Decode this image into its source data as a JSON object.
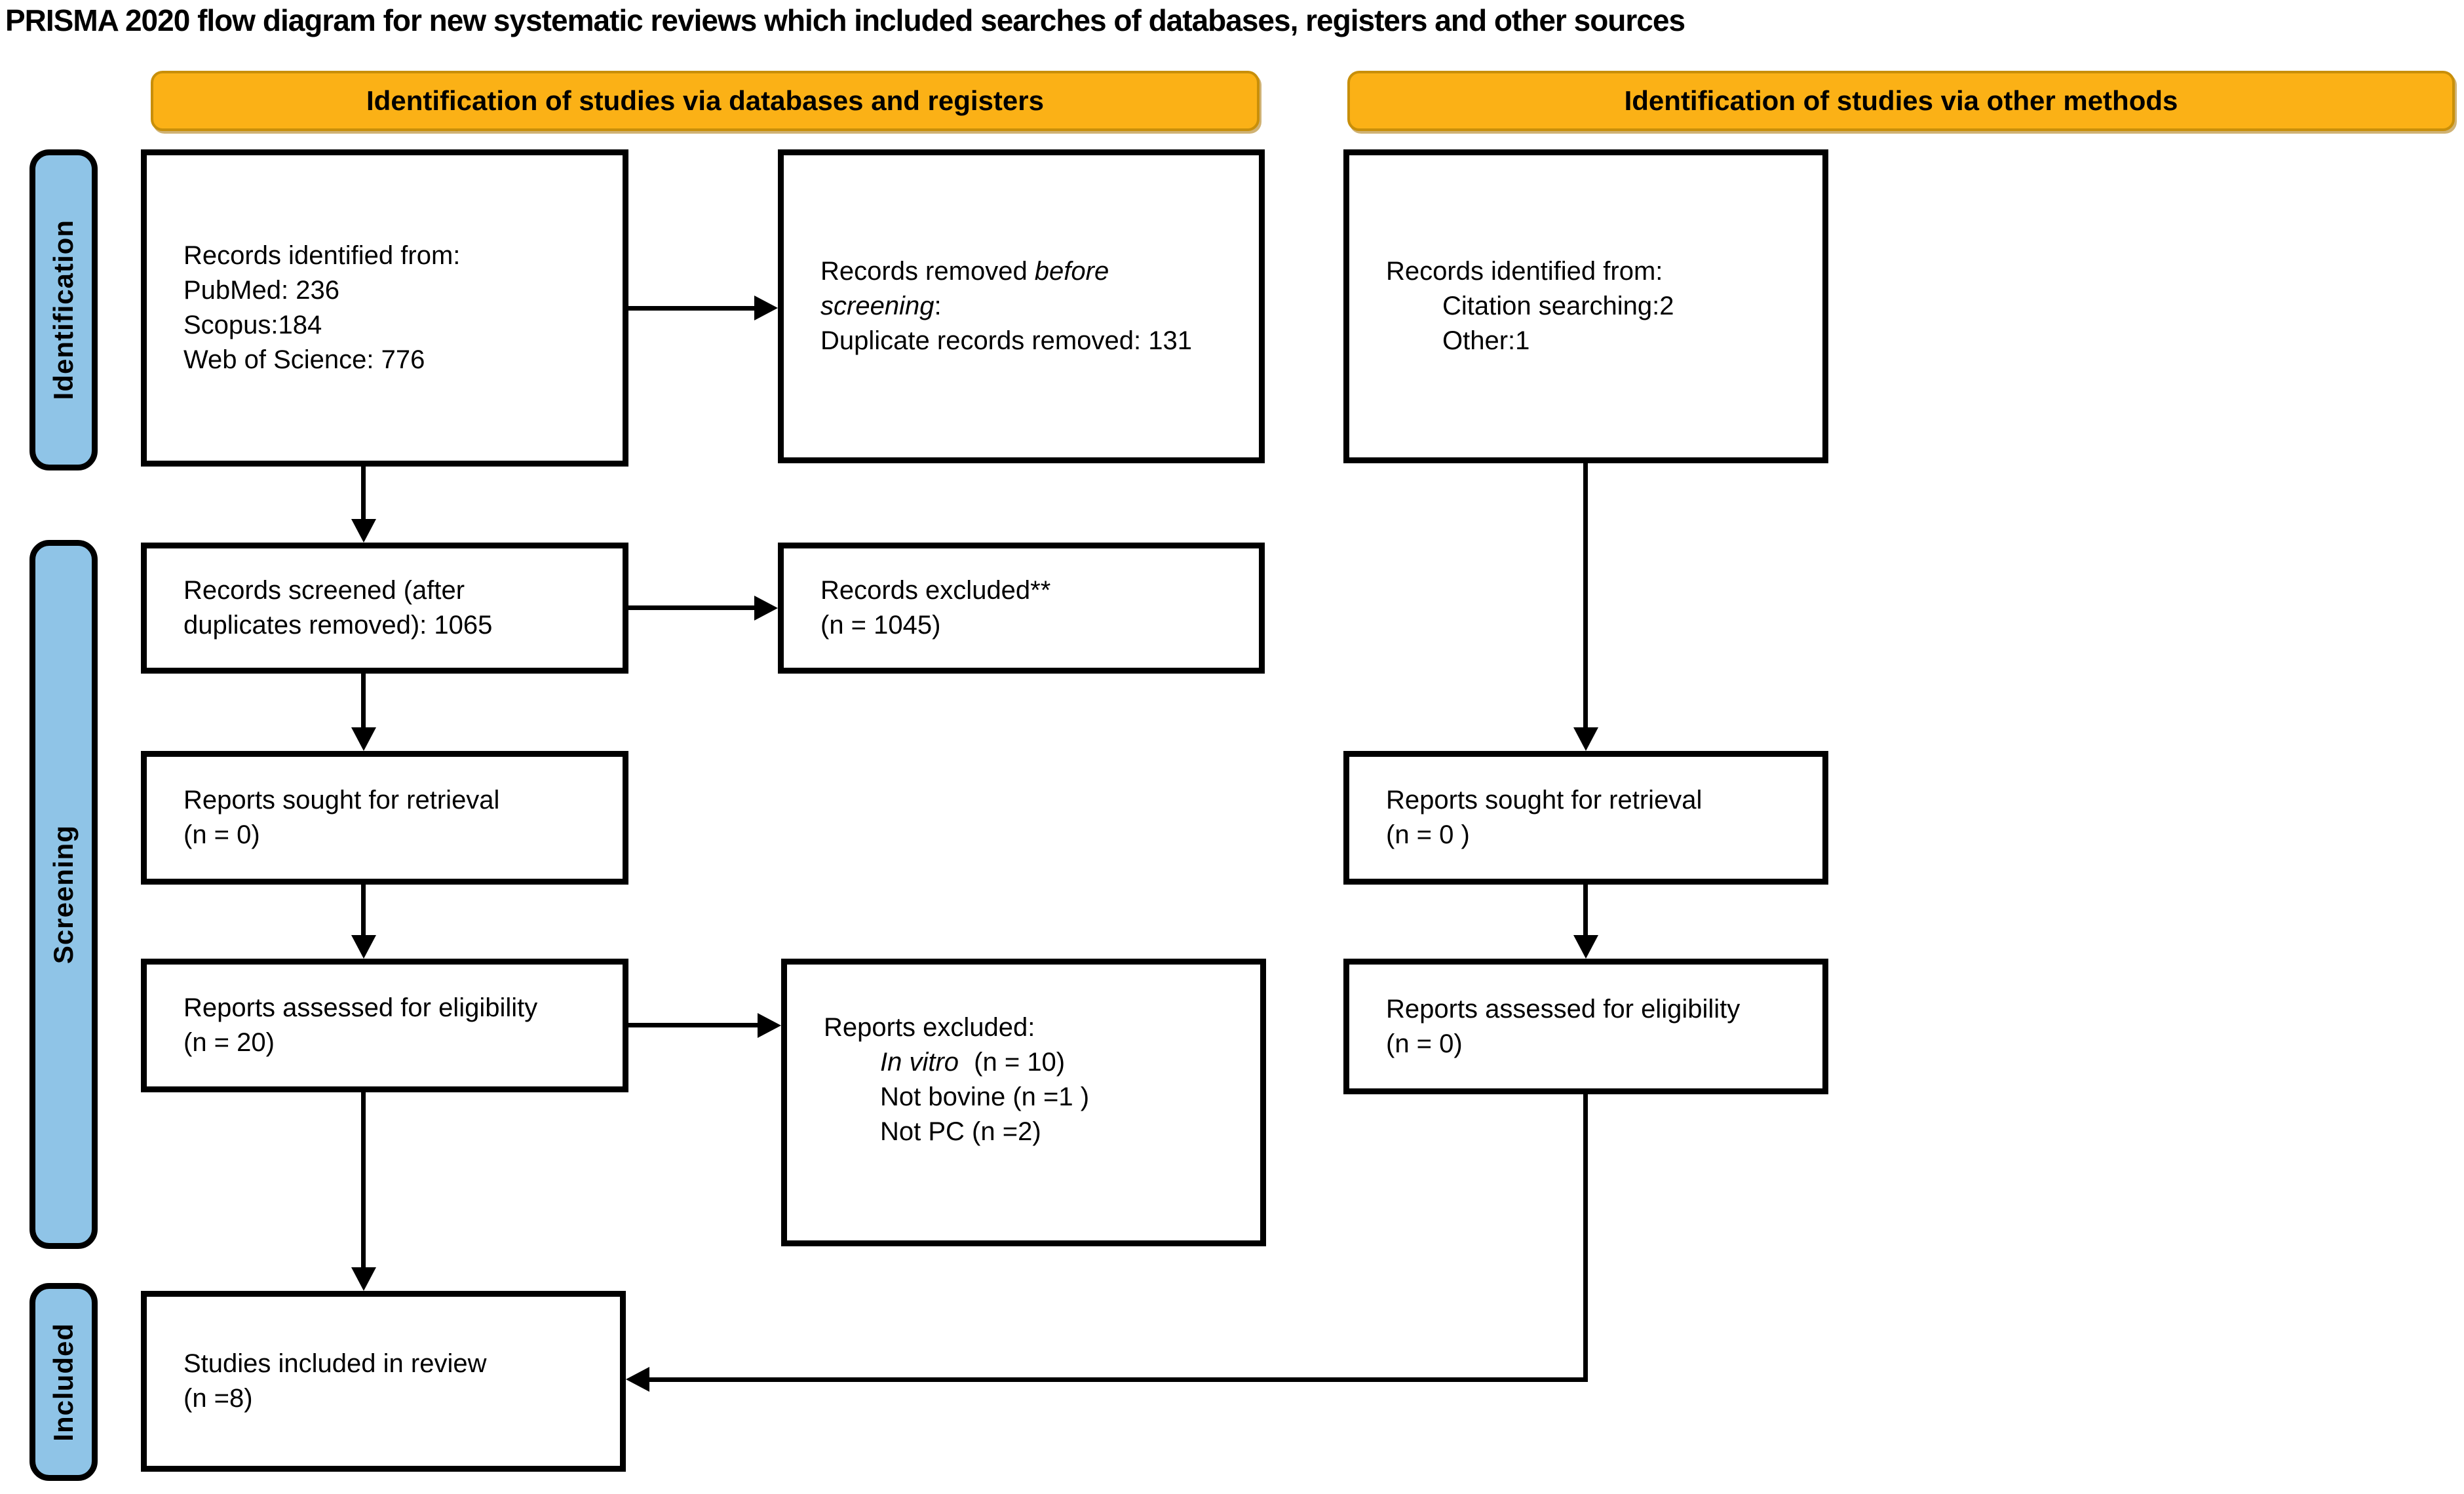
{
  "title": "PRISMA 2020 flow diagram for new systematic reviews which included searches of databases, registers and other sources",
  "headers": {
    "databases": "Identification of studies via databases and registers",
    "other": "Identification of studies via other methods"
  },
  "stages": {
    "identification": "Identification",
    "screening": "Screening",
    "included": "Included"
  },
  "colors": {
    "header_fill": "#FBB116",
    "header_border": "#C88F0A",
    "stage_fill": "#8FC4E7",
    "line_color": "#000000"
  },
  "boxes": {
    "records_identified_db": {
      "lines": [
        "Records identified from:",
        "PubMed: 236",
        "Scopus:184",
        "Web of Science: 776"
      ]
    },
    "records_removed": {
      "line1_normal": "Records removed ",
      "line1_italic": "before",
      "line2_italic": "screening",
      "line2_suffix": ":",
      "line3": "Duplicate records removed: 131"
    },
    "records_identified_other": {
      "line1": "Records identified from:",
      "indented": [
        "Citation searching:2",
        "Other:1"
      ]
    },
    "records_screened": {
      "lines": [
        "Records screened (after",
        "duplicates removed): 1065"
      ]
    },
    "records_excluded": {
      "lines": [
        "Records excluded**",
        "(n = 1045)"
      ]
    },
    "reports_sought_db": {
      "lines": [
        "Reports sought for retrieval",
        "(n = 0)"
      ]
    },
    "reports_sought_other": {
      "lines": [
        "Reports sought for retrieval",
        "(n = 0 )"
      ]
    },
    "reports_assessed_db": {
      "lines": [
        "Reports assessed for eligibility",
        "(n = 20)"
      ]
    },
    "reports_assessed_other": {
      "lines": [
        "Reports assessed for eligibility",
        "(n = 0)"
      ]
    },
    "reports_excluded": {
      "line1": "Reports excluded:",
      "line2_italic": "In vitro",
      "line2_rest": " (n = 10)",
      "line3": "Not bovine (n =1 )",
      "line4": "Not PC (n =2)"
    },
    "studies_included": {
      "lines": [
        "Studies included in review",
        "(n =8)"
      ]
    }
  }
}
